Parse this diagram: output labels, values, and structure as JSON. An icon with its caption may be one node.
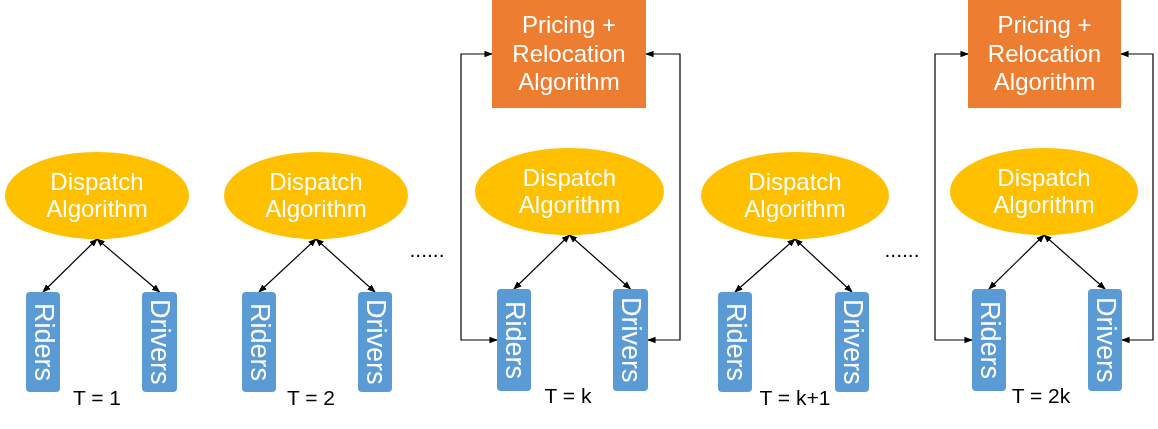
{
  "diagram": {
    "nodes": [
      {
        "text": [
          "Dispatch Algorithm"
        ]
      },
      {
        "text": [
          "Riders"
        ]
      },
      {
        "text": [
          "Drivers"
        ]
      },
      {
        "text": [
          "Dispatch Algorithm"
        ]
      },
      {
        "text": [
          "Riders"
        ]
      },
      {
        "text": [
          "Drivers"
        ]
      },
      {
        "text": [
          "Pricing + Relocation Algorithm"
        ]
      },
      {
        "text": [
          "Dispatch Algorithm"
        ]
      },
      {
        "text": [
          "Riders"
        ]
      },
      {
        "text": [
          "Drivers"
        ]
      },
      {
        "text": [
          "Dispatch Algorithm"
        ]
      },
      {
        "text": [
          "Riders"
        ]
      },
      {
        "text": [
          "Drivers"
        ]
      },
      {
        "text": [
          "Pricing + Relocation Algorithm"
        ]
      },
      {
        "text": [
          "Dispatch Algorithm"
        ]
      },
      {
        "text": [
          "Riders"
        ]
      },
      {
        "text": [
          "Drivers"
        ]
      }
    ],
    "edges": [
      {
        "from": 0,
        "to": 1,
        "arrow": "both"
      },
      {
        "from": 0,
        "to": 2,
        "arrow": "both"
      },
      {
        "from": 3,
        "to": 4,
        "arrow": "both"
      },
      {
        "from": 3,
        "to": 5,
        "arrow": "both"
      },
      {
        "from": 6,
        "to": 8,
        "arrow": "both"
      },
      {
        "from": 6,
        "to": 9,
        "arrow": "both"
      },
      {
        "from": 7,
        "to": 8,
        "arrow": "both"
      },
      {
        "from": 7,
        "to": 9,
        "arrow": "both"
      },
      {
        "from": 10,
        "to": 11,
        "arrow": "both"
      },
      {
        "from": 10,
        "to": 12,
        "arrow": "both"
      },
      {
        "from": 13,
        "to": 15,
        "arrow": "both"
      },
      {
        "from": 13,
        "to": 16,
        "arrow": "both"
      },
      {
        "from": 14,
        "to": 15,
        "arrow": "both"
      },
      {
        "from": 14,
        "to": 16,
        "arrow": "both"
      }
    ],
    "labels": [
      "......",
      "......",
      "T = 1",
      "T = 2",
      "T = k",
      "T = k+1",
      "T = 2k"
    ]
  }
}
